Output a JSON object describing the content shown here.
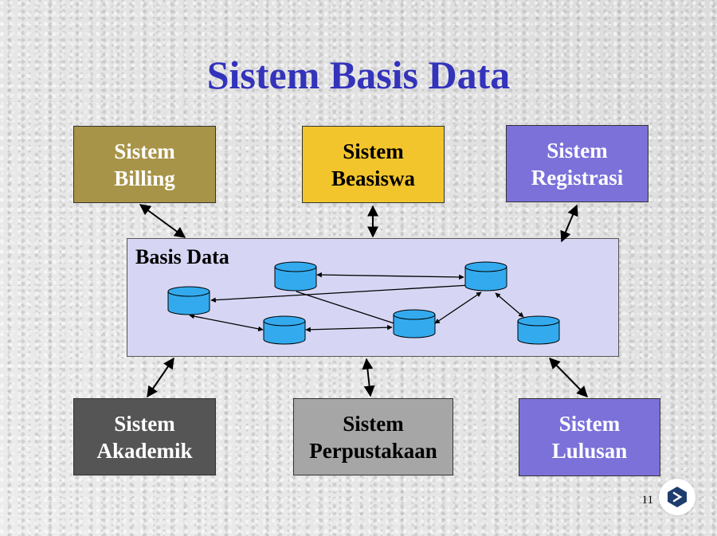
{
  "title": "Sistem Basis Data",
  "systems": {
    "billing": {
      "line1": "Sistem",
      "line2": "Billing",
      "color": "#a89448"
    },
    "beasiswa": {
      "line1": "Sistem",
      "line2": "Beasiswa",
      "color": "#f3c52c"
    },
    "registrasi": {
      "line1": "Sistem",
      "line2": "Registrasi",
      "color": "#7b71d9"
    },
    "akademik": {
      "line1": "Sistem",
      "line2": "Akademik",
      "color": "#555555"
    },
    "perpustakaan": {
      "line1": "Sistem",
      "line2": "Perpustakaan",
      "color": "#a6a6a6"
    },
    "lulusan": {
      "line1": "Sistem",
      "line2": "Lulusan",
      "color": "#7b71d9"
    }
  },
  "database_panel": {
    "label": "Basis Data",
    "color": "#d6d6f4",
    "cylinder_color": "#33aaee"
  },
  "page_number": "11",
  "logo": "presentation-logo-icon"
}
